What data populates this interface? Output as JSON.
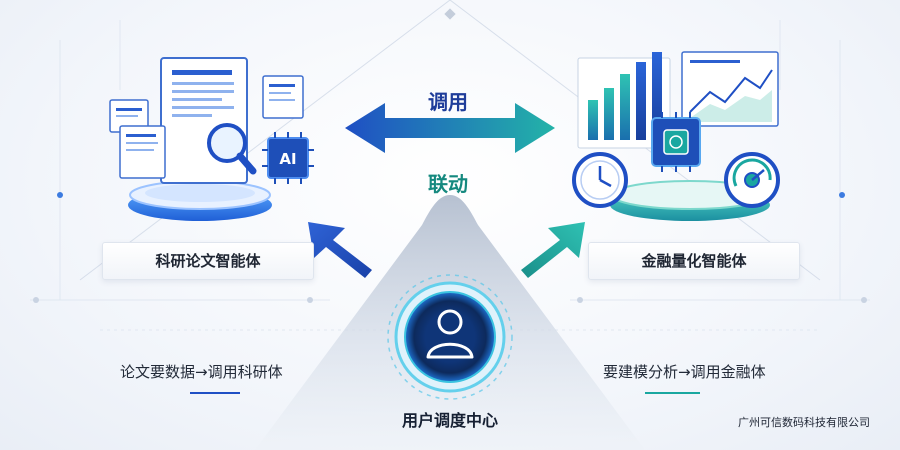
{
  "top_arrow_label": "调用",
  "mid_label": "联动",
  "left_agent": {
    "label": "科研论文智能体",
    "chip_text": "AI",
    "flow_text": "论文要数据→调用科研体"
  },
  "right_agent": {
    "label": "金融量化智能体",
    "flow_text": "要建模分析→调用金融体"
  },
  "center": {
    "label": "用户调度中心"
  },
  "company": "广州可信数码科技有限公司",
  "colors": {
    "blue": "#1e4fb8",
    "teal": "#1aa7a0",
    "dark_navy": "#0d2a5c"
  }
}
